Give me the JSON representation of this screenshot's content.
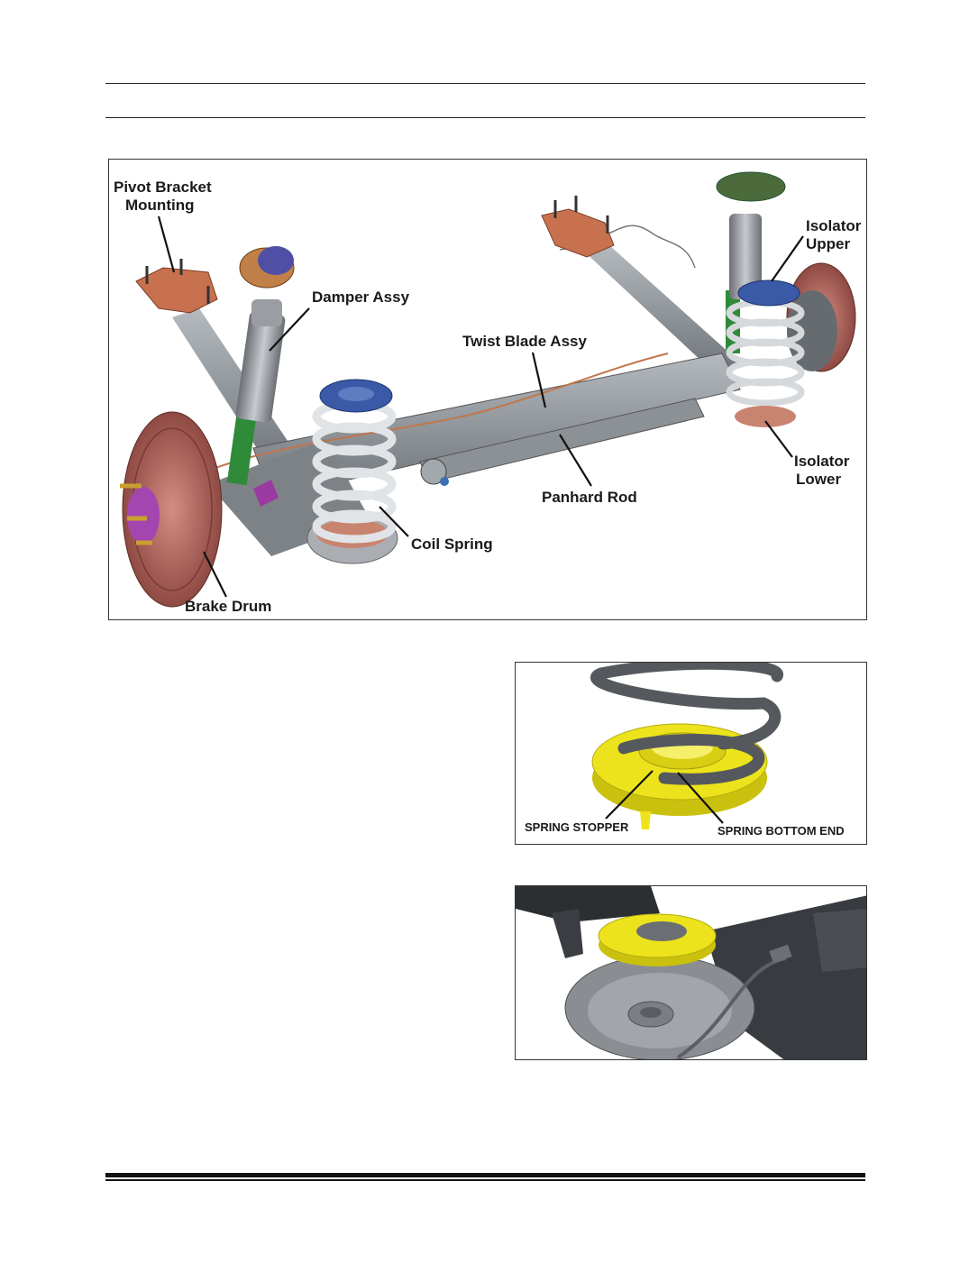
{
  "main_figure": {
    "labels": {
      "pivot_bracket_line1": "Pivot Bracket",
      "pivot_bracket_line2": "Mounting",
      "damper_assy": "Damper Assy",
      "twist_blade_assy": "Twist Blade Assy",
      "isolator_upper_line1": "Isolator",
      "isolator_upper_line2": "Upper",
      "isolator_lower_line1": "Isolator",
      "isolator_lower_line2": "Lower",
      "panhard_rod": "Panhard Rod",
      "coil_spring": "Coil Spring",
      "brake_drum": "Brake Drum"
    }
  },
  "spring_figure": {
    "labels": {
      "spring_stopper": "SPRING STOPPER",
      "spring_bottom_end": "SPRING BOTTOM END"
    }
  },
  "colors": {
    "beam": "#8e9398",
    "spring": "#d9dcdf",
    "isolator_blue": "#3a5aa8",
    "bracket_copper": "#c8714f",
    "drum": "#b87066",
    "damper_green": "#2f8a3a",
    "yellow_seat": "#ece31c",
    "dark_spring": "#55595d"
  }
}
